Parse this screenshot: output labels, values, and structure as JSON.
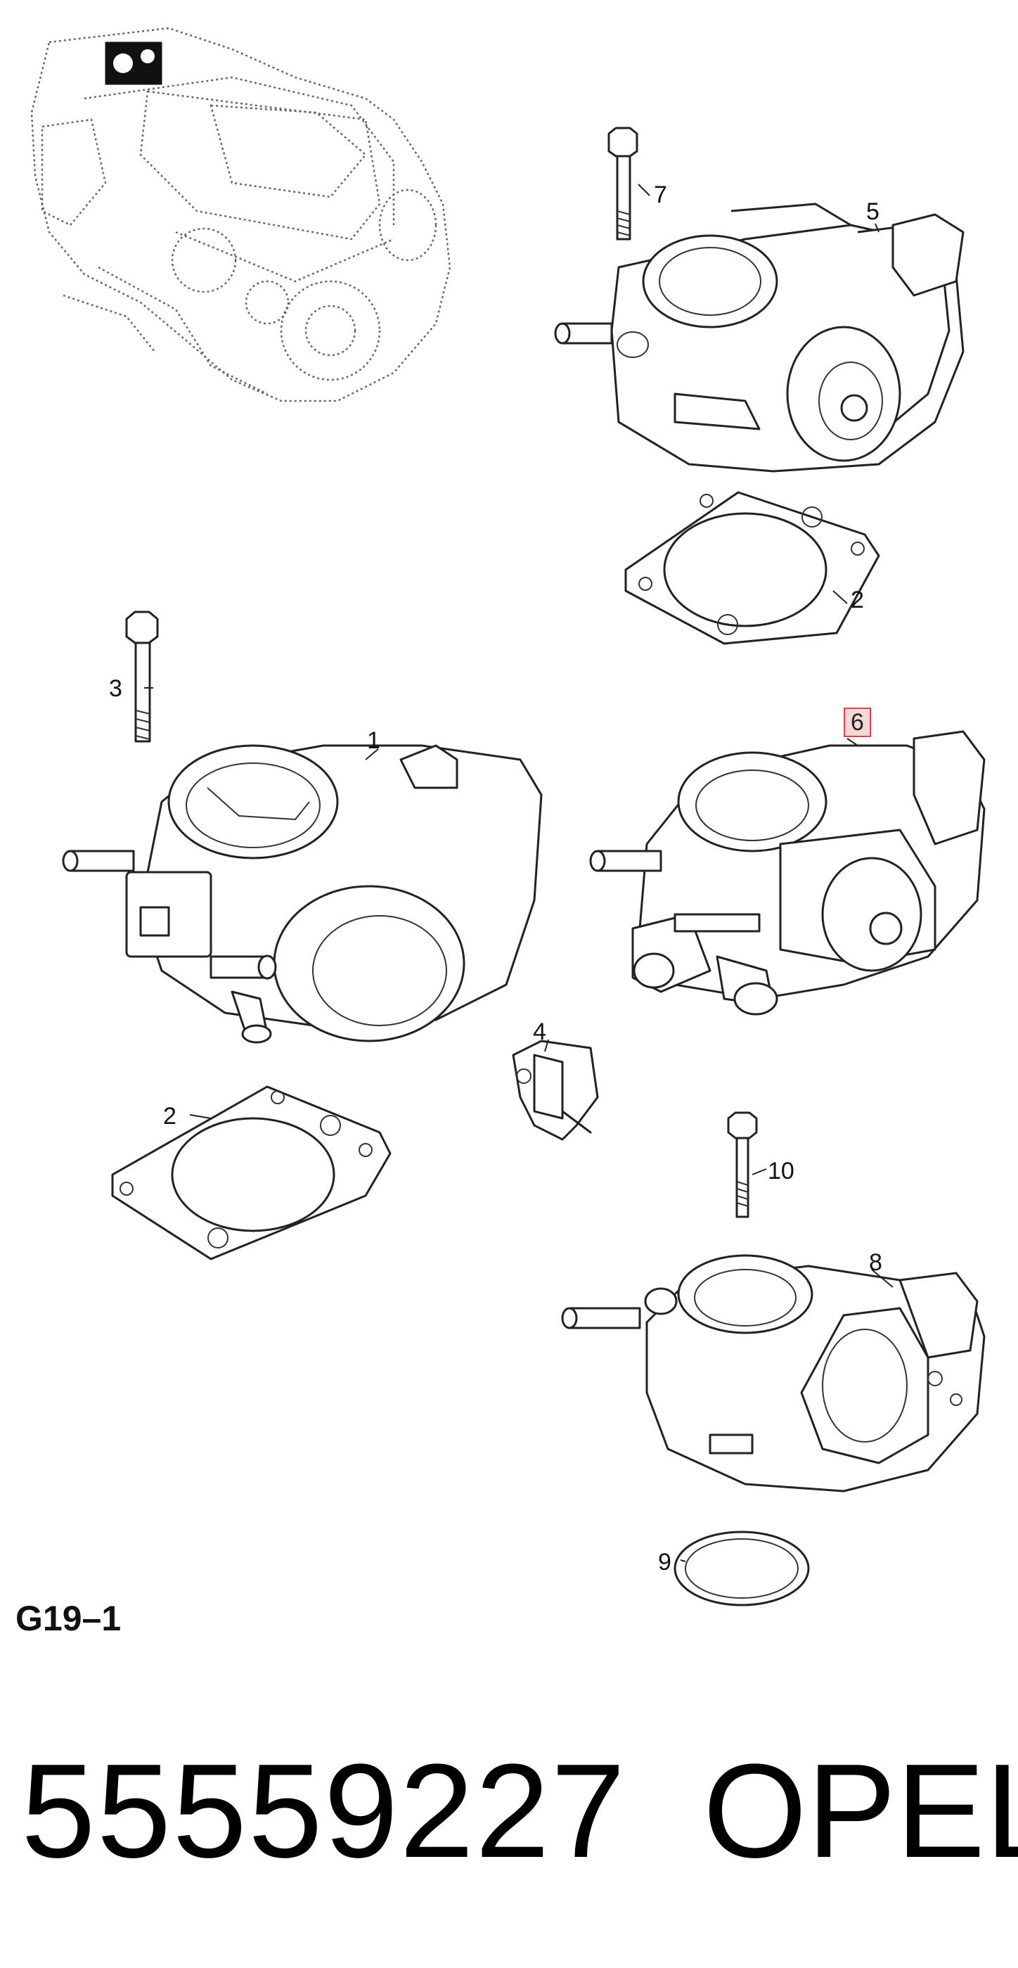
{
  "callouts": {
    "c1": "1",
    "c2a": "2",
    "c2b": "2",
    "c3": "3",
    "c4": "4",
    "c5": "5",
    "c6": "6",
    "c7": "7",
    "c8": "8",
    "c9": "9",
    "c10": "10"
  },
  "section_code": "G19–1",
  "part_number": "55559227",
  "brand": "OPEL",
  "colors": {
    "highlight_border": "#d9434f",
    "highlight_fill": "#f7d6d8",
    "line": "#222222"
  }
}
